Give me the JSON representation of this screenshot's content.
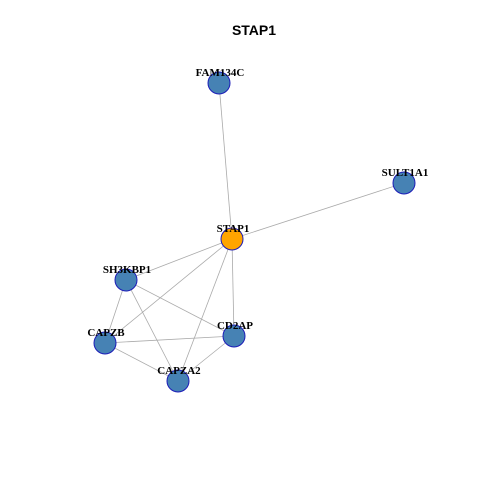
{
  "title": "STAP1",
  "colors": {
    "query_node": "#FFA500",
    "neighbor_node": "#4682B4",
    "node_border": "#1C1CB8",
    "edge": "#AAAAAA"
  },
  "nodes": [
    {
      "id": "STAP1",
      "label": "STAP1",
      "role": "query"
    },
    {
      "id": "FAM134C",
      "label": "FAM134C",
      "role": "neighbor"
    },
    {
      "id": "SULT1A1",
      "label": "SULT1A1",
      "role": "neighbor"
    },
    {
      "id": "SH3KBP1",
      "label": "SH3KBP1",
      "role": "neighbor"
    },
    {
      "id": "CAPZB",
      "label": "CAPZB",
      "role": "neighbor"
    },
    {
      "id": "CD2AP",
      "label": "CD2AP",
      "role": "neighbor"
    },
    {
      "id": "CAPZA2",
      "label": "CAPZA2",
      "role": "neighbor"
    }
  ],
  "edges": [
    [
      "STAP1",
      "FAM134C"
    ],
    [
      "STAP1",
      "SULT1A1"
    ],
    [
      "STAP1",
      "SH3KBP1"
    ],
    [
      "STAP1",
      "CAPZB"
    ],
    [
      "STAP1",
      "CD2AP"
    ],
    [
      "STAP1",
      "CAPZA2"
    ],
    [
      "SH3KBP1",
      "CAPZB"
    ],
    [
      "SH3KBP1",
      "CD2AP"
    ],
    [
      "SH3KBP1",
      "CAPZA2"
    ],
    [
      "CAPZB",
      "CD2AP"
    ],
    [
      "CAPZB",
      "CAPZA2"
    ],
    [
      "CD2AP",
      "CAPZA2"
    ]
  ]
}
